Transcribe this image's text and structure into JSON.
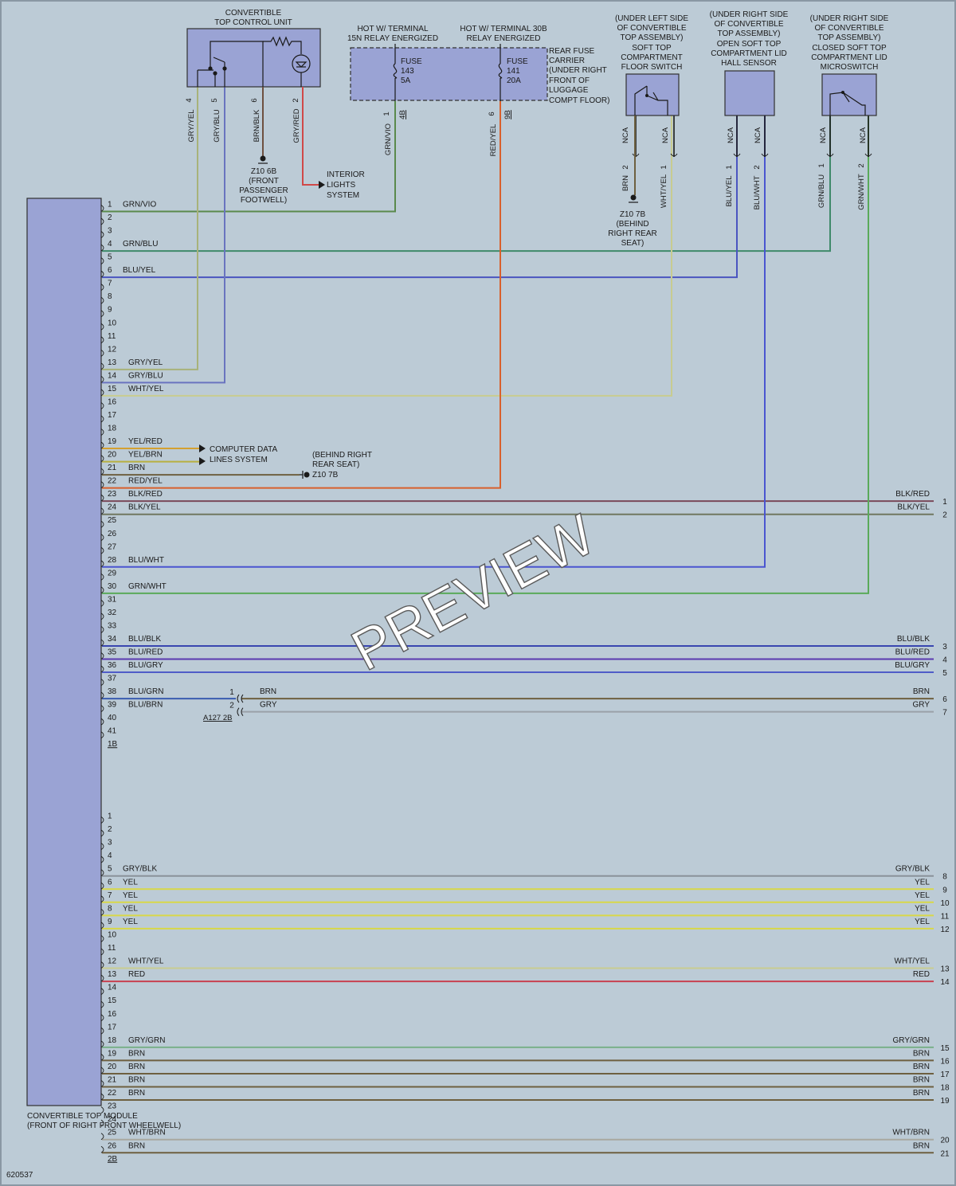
{
  "figure_id": "620537",
  "watermark": "PREVIEW",
  "module": {
    "name_line1": "CONVERTIBLE TOP MODULE",
    "name_line2": "(FRONT OF RIGHT FRONT WHEELWELL)",
    "connector_1": "1B",
    "connector_2": "2B"
  },
  "colors": {
    "GRN/VIO": "#5a8a4c",
    "GRN/BLU": "#3f8a6a",
    "BLU/YEL": "#4a55c0",
    "GRY/YEL": "#a8b27a",
    "GRY/BLU": "#6a74bf",
    "WHT/YEL": "#c8cc90",
    "YEL/RED": "#d4a030",
    "YEL/BRN": "#b8b040",
    "BRN": "#6e6040",
    "RED/YEL": "#d8602c",
    "BLK/RED": "#7a4a5a",
    "BLK/YEL": "#707860",
    "BLU/WHT": "#4a55d0",
    "GRN/WHT": "#5aaa5a",
    "BLU/BLK": "#3a46b0",
    "BLU/RED": "#5a3ab0",
    "BLU/GRY": "#4f5cc8",
    "BLU/GRN": "#3a5cb0",
    "GRY": "#9aa0a8",
    "GRY/BLK": "#8a929a",
    "YEL": "#d8d848",
    "WHT/BRN": "#a8a8a0",
    "RED": "#c84050",
    "GRY/GRN": "#7ab08a"
  },
  "pins_1B": [
    {
      "pin": "1",
      "wire": "GRN/VIO"
    },
    {
      "pin": "2",
      "wire": ""
    },
    {
      "pin": "3",
      "wire": ""
    },
    {
      "pin": "4",
      "wire": "GRN/BLU"
    },
    {
      "pin": "5",
      "wire": ""
    },
    {
      "pin": "6",
      "wire": "BLU/YEL"
    },
    {
      "pin": "7",
      "wire": ""
    },
    {
      "pin": "8",
      "wire": ""
    },
    {
      "pin": "9",
      "wire": ""
    },
    {
      "pin": "10",
      "wire": ""
    },
    {
      "pin": "11",
      "wire": ""
    },
    {
      "pin": "12",
      "wire": ""
    },
    {
      "pin": "13",
      "wire": "GRY/YEL"
    },
    {
      "pin": "14",
      "wire": "GRY/BLU"
    },
    {
      "pin": "15",
      "wire": "WHT/YEL"
    },
    {
      "pin": "16",
      "wire": ""
    },
    {
      "pin": "17",
      "wire": ""
    },
    {
      "pin": "18",
      "wire": ""
    },
    {
      "pin": "19",
      "wire": "YEL/RED"
    },
    {
      "pin": "20",
      "wire": "YEL/BRN"
    },
    {
      "pin": "21",
      "wire": "BRN"
    },
    {
      "pin": "22",
      "wire": "RED/YEL"
    },
    {
      "pin": "23",
      "wire": "BLK/RED"
    },
    {
      "pin": "24",
      "wire": "BLK/YEL"
    },
    {
      "pin": "25",
      "wire": ""
    },
    {
      "pin": "26",
      "wire": ""
    },
    {
      "pin": "27",
      "wire": ""
    },
    {
      "pin": "28",
      "wire": "BLU/WHT"
    },
    {
      "pin": "29",
      "wire": ""
    },
    {
      "pin": "30",
      "wire": "GRN/WHT"
    },
    {
      "pin": "31",
      "wire": ""
    },
    {
      "pin": "32",
      "wire": ""
    },
    {
      "pin": "33",
      "wire": ""
    },
    {
      "pin": "34",
      "wire": "BLU/BLK"
    },
    {
      "pin": "35",
      "wire": "BLU/RED"
    },
    {
      "pin": "36",
      "wire": "BLU/GRY"
    },
    {
      "pin": "37",
      "wire": ""
    },
    {
      "pin": "38",
      "wire": "BLU/GRN"
    },
    {
      "pin": "39",
      "wire": "BLU/BRN"
    },
    {
      "pin": "40",
      "wire": ""
    },
    {
      "pin": "41",
      "wire": ""
    }
  ],
  "pins_2B": [
    {
      "pin": "1",
      "wire": ""
    },
    {
      "pin": "2",
      "wire": ""
    },
    {
      "pin": "3",
      "wire": ""
    },
    {
      "pin": "4",
      "wire": ""
    },
    {
      "pin": "5",
      "wire": "GRY/BLK"
    },
    {
      "pin": "6",
      "wire": "YEL"
    },
    {
      "pin": "7",
      "wire": "YEL"
    },
    {
      "pin": "8",
      "wire": "YEL"
    },
    {
      "pin": "9",
      "wire": "YEL"
    },
    {
      "pin": "10",
      "wire": ""
    },
    {
      "pin": "11",
      "wire": ""
    },
    {
      "pin": "12",
      "wire": "WHT/YEL"
    },
    {
      "pin": "13",
      "wire": "RED"
    },
    {
      "pin": "14",
      "wire": ""
    },
    {
      "pin": "15",
      "wire": ""
    },
    {
      "pin": "16",
      "wire": ""
    },
    {
      "pin": "17",
      "wire": ""
    },
    {
      "pin": "18",
      "wire": "GRY/GRN"
    },
    {
      "pin": "19",
      "wire": "BRN"
    },
    {
      "pin": "20",
      "wire": "BRN"
    },
    {
      "pin": "21",
      "wire": "BRN"
    },
    {
      "pin": "22",
      "wire": "BRN"
    },
    {
      "pin": "23",
      "wire": ""
    },
    {
      "pin": "24",
      "wire": ""
    },
    {
      "pin": "25",
      "wire": "WHT/BRN"
    },
    {
      "pin": "26",
      "wire": "BRN"
    }
  ],
  "right_exits": [
    {
      "conn": "1B",
      "pin": "23",
      "wire": "BLK/RED",
      "num": "1"
    },
    {
      "conn": "1B",
      "pin": "24",
      "wire": "BLK/YEL",
      "num": "2"
    },
    {
      "conn": "1B",
      "pin": "34",
      "wire": "BLU/BLK",
      "num": "3"
    },
    {
      "conn": "1B",
      "pin": "35",
      "wire": "BLU/RED",
      "num": "4"
    },
    {
      "conn": "1B",
      "pin": "36",
      "wire": "BLU/GRY",
      "num": "5"
    },
    {
      "conn": "2B",
      "pin": "5",
      "wire": "GRY/BLK",
      "num": "8"
    },
    {
      "conn": "2B",
      "pin": "6",
      "wire": "YEL",
      "num": "9"
    },
    {
      "conn": "2B",
      "pin": "7",
      "wire": "YEL",
      "num": "10"
    },
    {
      "conn": "2B",
      "pin": "8",
      "wire": "YEL",
      "num": "11"
    },
    {
      "conn": "2B",
      "pin": "9",
      "wire": "YEL",
      "num": "12"
    },
    {
      "conn": "2B",
      "pin": "12",
      "wire": "WHT/YEL",
      "num": "13"
    },
    {
      "conn": "2B",
      "pin": "13",
      "wire": "RED",
      "num": "14"
    },
    {
      "conn": "2B",
      "pin": "18",
      "wire": "GRY/GRN",
      "num": "15"
    },
    {
      "conn": "2B",
      "pin": "19",
      "wire": "BRN",
      "num": "16"
    },
    {
      "conn": "2B",
      "pin": "20",
      "wire": "BRN",
      "num": "17"
    },
    {
      "conn": "2B",
      "pin": "21",
      "wire": "BRN",
      "num": "18"
    },
    {
      "conn": "2B",
      "pin": "22",
      "wire": "BRN",
      "num": "19"
    },
    {
      "conn": "2B",
      "pin": "25",
      "wire": "WHT/BRN",
      "num": "20"
    },
    {
      "conn": "2B",
      "pin": "26",
      "wire": "BRN",
      "num": "21"
    }
  ],
  "splice_a127": {
    "label": "A127 2B",
    "rows": [
      {
        "pin": "38",
        "num": "1",
        "out_wire": "BRN",
        "right_num": "6"
      },
      {
        "pin": "39",
        "num": "2",
        "out_wire": "GRY",
        "right_num": "7"
      }
    ]
  },
  "top_control_unit": {
    "title_lines": [
      "CONVERTIBLE",
      "TOP CONTROL UNIT"
    ],
    "pins": [
      {
        "num": "4",
        "wire": "GRY/YEL",
        "to_pin": "13"
      },
      {
        "num": "5",
        "wire": "GRY/BLU",
        "to_pin": "14"
      },
      {
        "num": "6",
        "wire": "BRN/BLK"
      },
      {
        "num": "2",
        "wire": "GRY/RED"
      }
    ],
    "ground_lines": [
      "Z10 6B",
      "(FRONT",
      "PASSENGER",
      "FOOTWELL)"
    ],
    "interior_lines": [
      "INTERIOR",
      "LIGHTS",
      "SYSTEM"
    ]
  },
  "fuse_carrier": {
    "hot_15n_lines": [
      "HOT W/ TERMINAL",
      "15N RELAY ENERGIZED"
    ],
    "hot_30b_lines": [
      "HOT W/ TERMINAL 30B",
      "RELAY ENERGIZED"
    ],
    "carrier_lines": [
      "REAR FUSE",
      "CARRIER",
      "(UNDER RIGHT",
      "FRONT OF",
      "LUGGAGE",
      "COMPT FLOOR)"
    ],
    "fuse143": [
      "FUSE",
      "143",
      "5A"
    ],
    "fuse141": [
      "FUSE",
      "141",
      "20A"
    ],
    "out1": {
      "wire": "GRN/VIO",
      "num": "1",
      "conn": "4B"
    },
    "out2": {
      "wire": "RED/YEL",
      "num": "6",
      "conn": "9B"
    }
  },
  "floor_switch": {
    "title_lines": [
      "(UNDER LEFT SIDE",
      "OF CONVERTIBLE",
      "TOP ASSEMBLY)",
      "SOFT TOP",
      "COMPARTMENT",
      "FLOOR SWITCH"
    ],
    "nca": "NCA",
    "pin_a": {
      "num": "2",
      "wire": "BRN"
    },
    "pin_b": {
      "num": "1",
      "wire": "WHT/YEL"
    },
    "ground_lines": [
      "Z10 7B",
      "(BEHIND",
      "RIGHT REAR",
      "SEAT)"
    ]
  },
  "hall_sensor": {
    "title_lines": [
      "(UNDER RIGHT SIDE",
      "OF CONVERTIBLE",
      "TOP ASSEMBLY)",
      "OPEN SOFT TOP",
      "COMPARTMENT LID",
      "HALL SENSOR"
    ],
    "nca": "NCA",
    "pin_a": {
      "num": "1",
      "wire": "BLU/YEL"
    },
    "pin_b": {
      "num": "2",
      "wire": "BLU/WHT"
    }
  },
  "microswitch": {
    "title_lines": [
      "(UNDER RIGHT SIDE",
      "OF CONVERTIBLE",
      "TOP ASSEMBLY)",
      "CLOSED SOFT TOP",
      "COMPARTMENT LID",
      "MICROSWITCH"
    ],
    "nca": "NCA",
    "pin_a": {
      "num": "1",
      "wire": "GRN/BLU"
    },
    "pin_b": {
      "num": "2",
      "wire": "GRN/WHT"
    }
  },
  "computer_data_lines": [
    "COMPUTER DATA",
    "LINES SYSTEM"
  ],
  "ground_z107b_lines": [
    "(BEHIND RIGHT",
    "REAR SEAT)",
    "Z10 7B"
  ]
}
